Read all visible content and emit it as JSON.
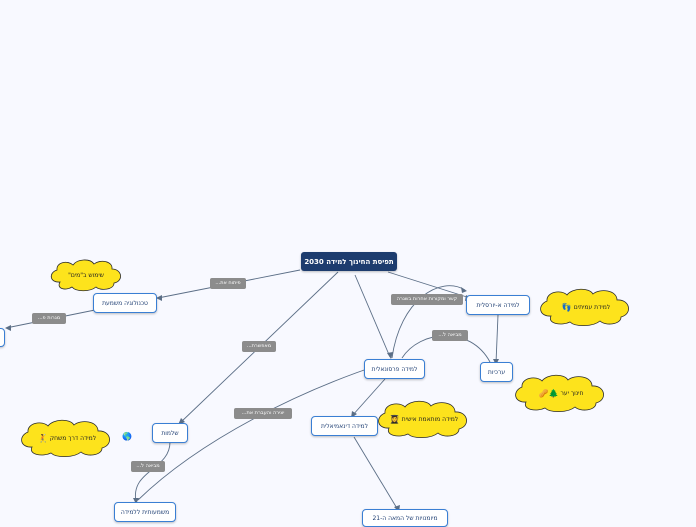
{
  "colors": {
    "background": "#f8f9ff",
    "root_fill": "#1d3c6e",
    "node_border": "#3a7fd4",
    "connector": "#5b6e86",
    "tag_fill": "#8c8c8c",
    "cloud_fill": "#fde31c",
    "cloud_border": "#2b2b2b"
  },
  "root": {
    "label": "תפיסת החינוך למידה 2030"
  },
  "nodes": {
    "technology": {
      "label": "טכנולוגיה משמעת"
    },
    "israeli": {
      "label": "למידה א-יורסלית"
    },
    "personal": {
      "label": "למידה פרסונאלית"
    },
    "difference": {
      "label": "שלמות"
    },
    "dynamic": {
      "label": "למידה דינאמיאלית"
    },
    "skills21": {
      "label": "מיומנויות של המאה ה-21"
    },
    "meaningful": {
      "label": "משמעותית ללמידה"
    },
    "values": {
      "label": "ערכיות"
    },
    "edge_left": {
      "label": ""
    }
  },
  "tags": {
    "via": {
      "label": "פיתוח את..."
    },
    "from": {
      "label": "מגרות פ..."
    },
    "includes": {
      "label": "מאפשרת..."
    },
    "creation": {
      "label": "יצירה והעברת את..."
    },
    "leads": {
      "label": "מביאה ל..."
    },
    "leads2": {
      "label": "מביאה ל..."
    },
    "sources": {
      "label": "קשר ומקורות אחרות בשגרה"
    }
  },
  "clouds": {
    "tech_use": {
      "label": "שימוש ב\"מים\"",
      "icon": ""
    },
    "peers": {
      "label": "למידת עמיתים",
      "icon": "👣",
      "icon_name": "footprints-icon"
    },
    "values_edu": {
      "label": "חינוך יער",
      "icon": "🌲🥜",
      "icon_name": "tree-icon"
    },
    "personal_fit": {
      "label": "למידה מותאמת אישית",
      "icon": "👩‍🎓",
      "icon_name": "student-icon"
    },
    "play": {
      "label": "למידה דרך משחק",
      "icon": "🤾",
      "icon_name": "player-icon",
      "icon2": "🌎",
      "icon2_name": "globe-icon"
    }
  }
}
